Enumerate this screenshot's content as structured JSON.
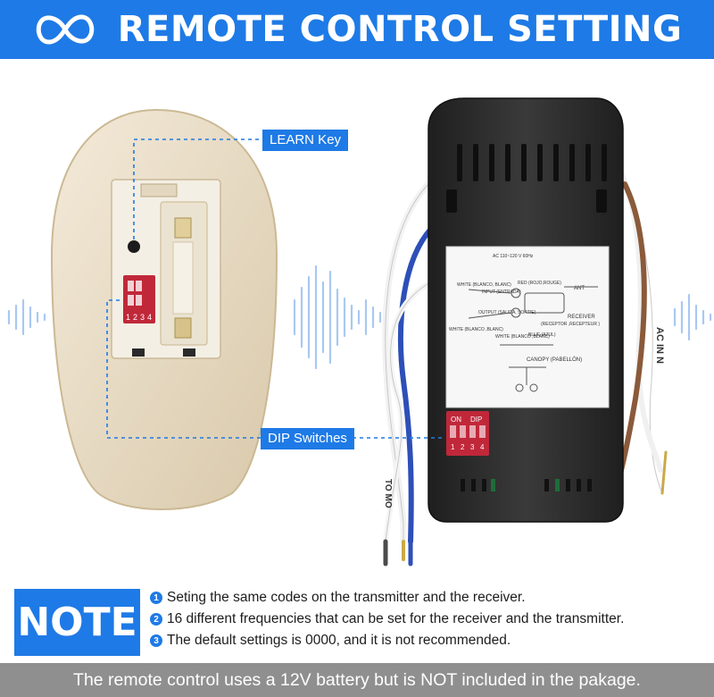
{
  "header": {
    "title": "REMOTE CONTROL SETTING",
    "icon": "infinity-icon"
  },
  "callouts": {
    "learn_key": "LEARN Key",
    "dip_switches": "DIP Switches"
  },
  "transmitter": {
    "dip_numbers": [
      "1",
      "2",
      "3",
      "4"
    ]
  },
  "receiver": {
    "label": {
      "supply": "AC 110~120 V 60Hz",
      "white_blanco": "WHITE (BLANCO, BLANC)",
      "red": "RED (ROJO,ROUGE)",
      "input": "INPUT (ENTRADA)",
      "output": "OUTPUT (SALIDA, SORTIE)",
      "ant": "ANT",
      "receiver": "RECEIVER",
      "receptor": "(RECEPTOR ,RECEPTEUR )",
      "white_left": "WHITE (BLANCO ,BLANC)",
      "white_mid": "WHITE (BLANCO ,BLANC)",
      "blue": "BLUE (AZUL)",
      "canopy": "CANOPY (PABELLÓN)"
    },
    "dip": {
      "on": "ON",
      "dip": "DIP",
      "numbers": [
        "1",
        "2",
        "3",
        "4"
      ]
    },
    "wire_text": "AC IN N",
    "wire_text_left": "TO MO"
  },
  "note": {
    "label": "NOTE",
    "items": [
      {
        "num": "1",
        "text": "Seting the same codes on the transmitter and the receiver."
      },
      {
        "num": "2",
        "text": "16 different frequencies that can be set for the receiver and the transmitter."
      },
      {
        "num": "3",
        "text": "The default settings is 0000, and it is not recommended."
      }
    ]
  },
  "footer": "The remote control uses a 12V battery but is NOT included in the pakage.",
  "colors": {
    "accent": "#1e7ae6",
    "remote_body": "#e8dcc6",
    "receiver_body": "#2b2b2b",
    "dip_red": "#c0283a",
    "footer_gray": "#8f8f8f"
  }
}
